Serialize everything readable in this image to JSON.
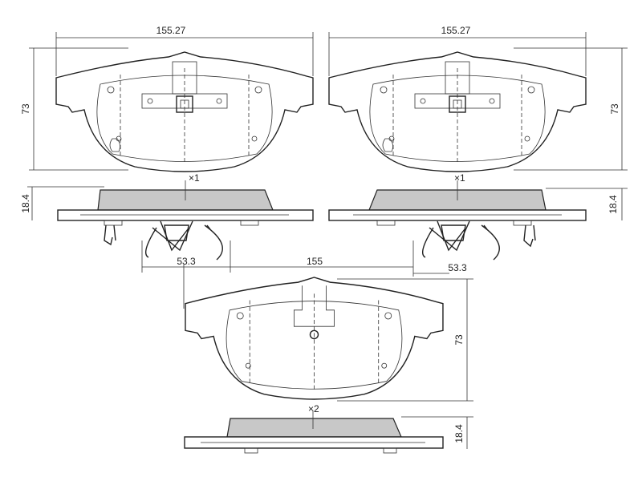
{
  "drawing": {
    "top_left_pad": {
      "width_label": "155.27",
      "height_label": "73",
      "thickness_label": "18.4",
      "quantity_label": "×1"
    },
    "top_right_pad": {
      "width_label": "155.27",
      "height_label": "73",
      "thickness_label": "18.4",
      "quantity_label": "×1"
    },
    "clips": {
      "left_span_label": "53.3",
      "overall_label": "155",
      "right_span_label": "53.3"
    },
    "bottom_pad": {
      "height_label": "73",
      "thickness_label": "18.4",
      "quantity_label": "×2"
    }
  },
  "colors": {
    "friction_material": "#c8c8c8",
    "line": "#222222"
  }
}
